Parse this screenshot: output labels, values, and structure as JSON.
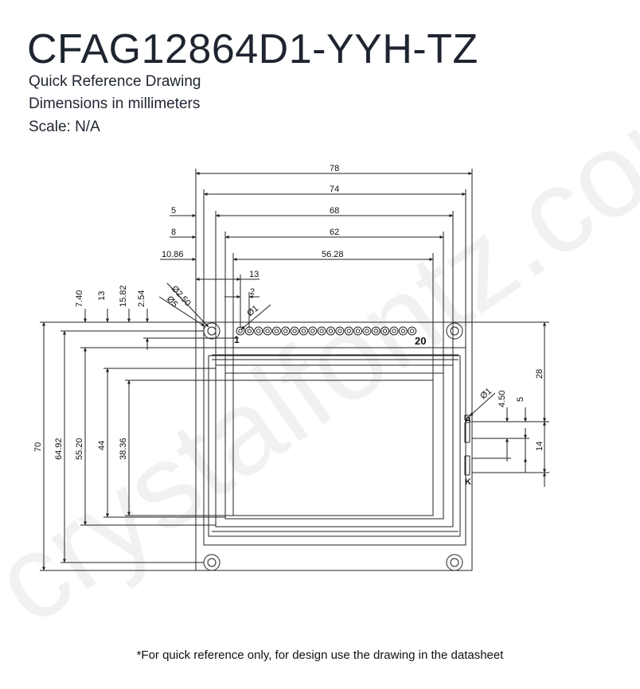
{
  "header": {
    "title": "CFAG12864D1-YYH-TZ",
    "subtitle_1": "Quick Reference Drawing",
    "subtitle_2": "Dimensions in millimeters",
    "subtitle_3": "Scale: N/A"
  },
  "watermark": {
    "text": "crystalfontz.com"
  },
  "drawing": {
    "horizontal_dimensions": {
      "overall_width": "78",
      "bezel_width": "74",
      "left_offset_5": "5",
      "viewing_area_width": "68",
      "left_offset_8": "8",
      "active_area_width": "62",
      "left_offset_10_86": "10.86",
      "dot_area_width": "56.28",
      "pin1_offset": "13",
      "pin_pitch": "2",
      "pin_diameter": "Ø1",
      "mount_hole_inner": "Ø2.50",
      "mount_hole_outer": "Ø5"
    },
    "vertical_dimensions": {
      "overall_height": "70",
      "bezel_height": "64.92",
      "viewing_area_height": "55.20",
      "active_area_height": "44",
      "dot_area_height": "38.36",
      "top_offset_7_40": "7.40",
      "top_offset_13": "13",
      "top_offset_15_82": "15.82",
      "top_offset_2_54": "2.54"
    },
    "backlight": {
      "diameter": "Ø1",
      "offset_4_50": "4.50",
      "offset_5": "5",
      "offset_28": "28",
      "pitch_14": "14",
      "anode": "A",
      "cathode": "K"
    },
    "pins": {
      "first": "1",
      "last": "20",
      "count": 20
    }
  },
  "footnote": "*For quick reference only, for design use the drawing in the datasheet"
}
